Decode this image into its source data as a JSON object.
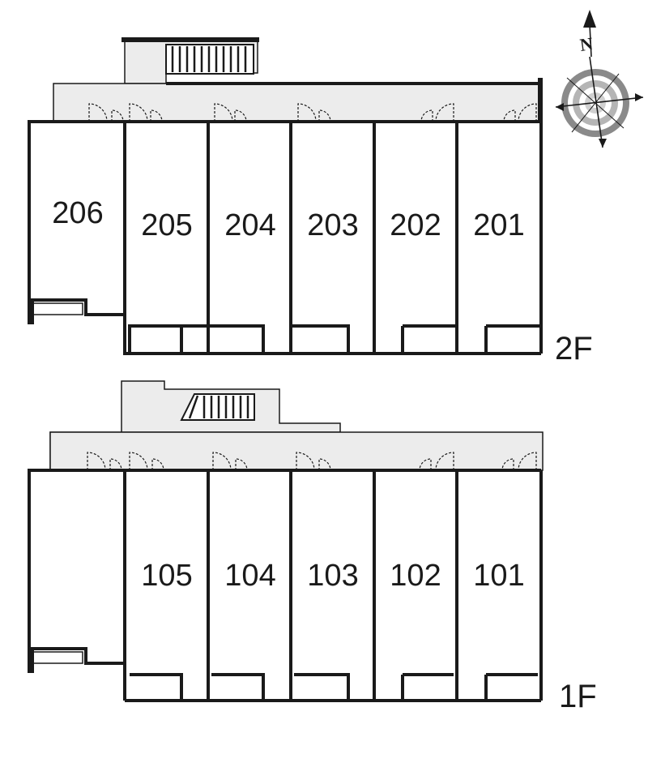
{
  "compass": {
    "north_label": "N"
  },
  "floors": [
    {
      "label": "2F",
      "rooms": [
        "206",
        "205",
        "204",
        "203",
        "202",
        "201"
      ]
    },
    {
      "label": "1F",
      "rooms": [
        "",
        "105",
        "104",
        "103",
        "102",
        "101"
      ]
    }
  ],
  "colors": {
    "walls": "#1a1a1a",
    "corridor": "#ececec",
    "compass_ring_dark": "#8a8a8a",
    "compass_ring_light": "#d0d0d0"
  }
}
